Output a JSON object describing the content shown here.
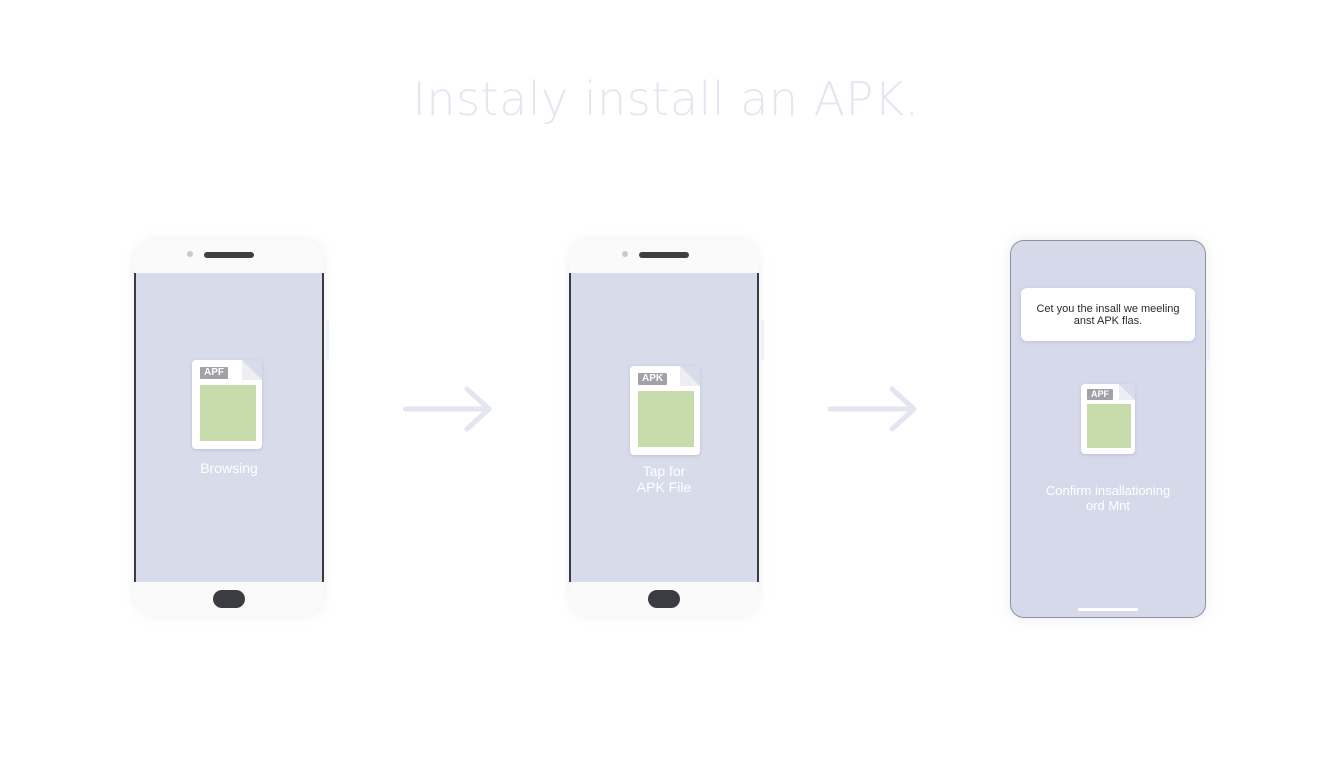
{
  "title": "Instaly install an APK.",
  "steps": [
    {
      "file_tag": "APF",
      "label_lines": [
        "Browsing"
      ]
    },
    {
      "file_tag": "APK",
      "label_lines": [
        "Tap for",
        "APK File"
      ]
    },
    {
      "dialog_lines": [
        "Cet you the insall we meeling",
        "anst APK flas."
      ],
      "file_tag": "APF",
      "label_lines": [
        "Confirm insallationing",
        "ord Mnt"
      ]
    }
  ],
  "colors": {
    "screen": "#d7dbea",
    "file_body": "#c5dcaa",
    "arrow": "#e3e5f1",
    "title": "#e4e6f0"
  },
  "icons": [
    "apk-file-icon",
    "arrow-right-icon"
  ]
}
